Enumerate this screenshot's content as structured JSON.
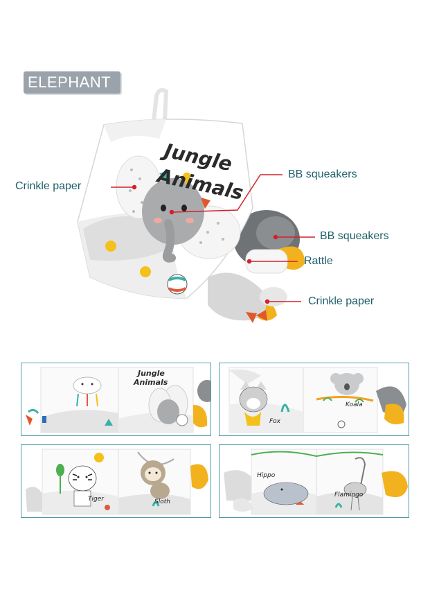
{
  "badge": {
    "text": "ELEPHANT"
  },
  "book": {
    "title_line1": "Jungle",
    "title_line2": "Animals"
  },
  "callouts": {
    "crinkle_left": "Crinkle paper",
    "bb_top": "BB squeakers",
    "bb_right": "BB squeakers",
    "rattle": "Rattle",
    "crinkle_bottom": "Crinkle paper"
  },
  "panels": {
    "p1": {
      "title_line1": "Jungle",
      "title_line2": "Animals"
    },
    "p2": {
      "left": "Fox",
      "right": "Koala"
    },
    "p3": {
      "left": "Tiger",
      "right": "Sloth"
    },
    "p4": {
      "left": "Hippo",
      "right": "Flamingo"
    }
  },
  "colors": {
    "callout_line": "#d3202a",
    "label_text": "#1f5f6a",
    "panel_border": "#4f9aa6",
    "badge_bg": "#9aa3ab"
  }
}
